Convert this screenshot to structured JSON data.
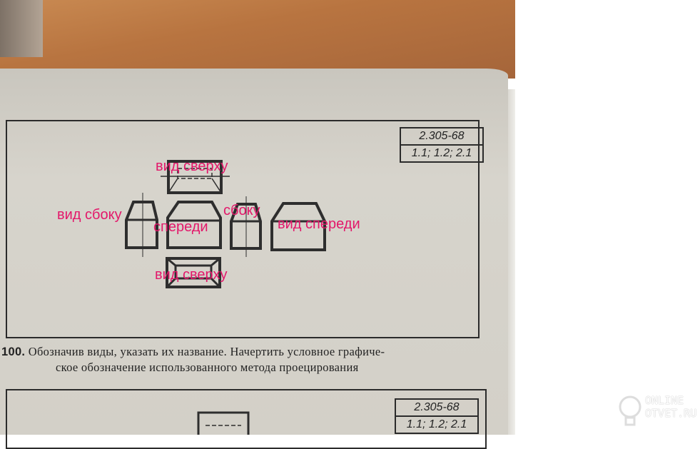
{
  "figure_top": {
    "stamp": {
      "standard": "2.305-68",
      "clauses": "1.1; 1.2; 2.1"
    }
  },
  "annotations": {
    "top_view_1": "вид сверху",
    "side_view_1": "вид сбоку",
    "front_1": "спереди",
    "side_2": "сбоку",
    "front_view_2": "вид спереди",
    "top_view_2": "вид сверху"
  },
  "task": {
    "number": "100.",
    "line1": "Обозначив виды, указать их название. Начертить условное графиче-",
    "line2": "ское обозначение использованного метода проецирования"
  },
  "figure_bottom": {
    "stamp": {
      "standard": "2.305-68",
      "clauses": "1.1; 1.2; 2.1"
    }
  },
  "watermark": {
    "line1": "ONLINE",
    "line2": "OTVET.RU"
  },
  "colors": {
    "annotation": "#e3176a",
    "ink": "#2b2b2b",
    "paper": "#d3d0c8"
  }
}
